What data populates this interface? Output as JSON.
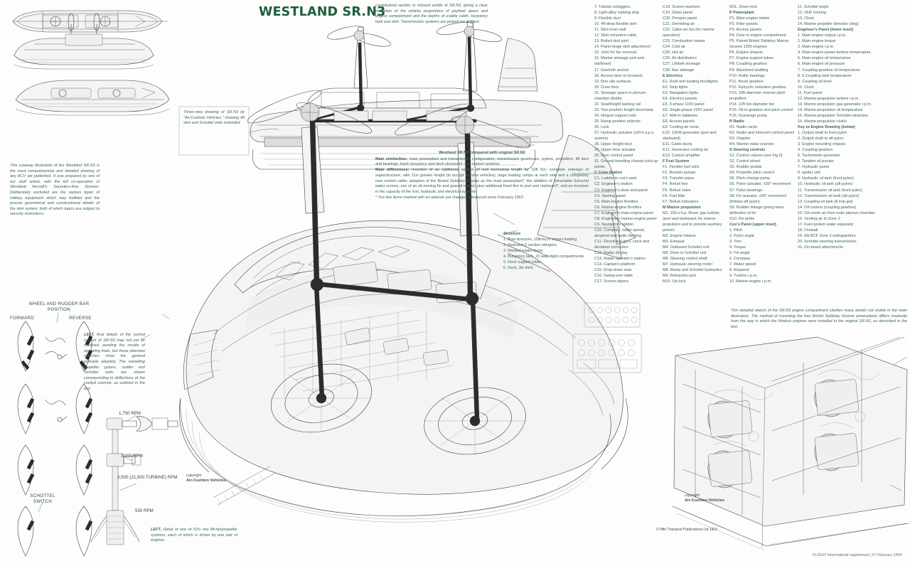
{
  "title": "WESTLAND SR.N3",
  "captions": {
    "longitudinal": "Longitudinal section or inboard profile of SR.N3, giving a clear indication of the relative proportions of payload space and engine compartment and the depths of usable cabin, buoyancy tank and skirt. Transmission systems are picked out in black",
    "three_view": "Three-view drawing of SR.N3 by \"Air-Cushion Vehicles,\" showing 4ft skirt and Schottel units extended",
    "cutaway": "This cutaway illustration of the Westland SR.N3 is the most comprehensive and detailed drawing of any ACV yet published. It was prepared by one of our staff artists, with the full co-operation of Westland Aircraft's Saunders-Roe Division. Deliberately excluded are the various types of military equipment which may befitted and the precise geometrical and constructional details of the skirt system, both of which topics are subject to security restrictions.",
    "planview_lead": "LEFT,",
    "planview": "final details of the control system of SR.N3 may not yet be resolved, pending the results of operating trials, but these planview sketches show the general principle adopted. The swivelling propeller pylons, rudder and Schottel units are shown corresponding to deflections of the cockpit controls, as outlined in the text",
    "liftfan_lead": "LEFT,",
    "liftfan": "Detail of one of N3's two lift-fan/propeller systems, each of which is driven by one pair of engines",
    "engine_sketch": "This detailed sketch of the SR.N3 engine compartment clarifies many details not visible in the main illustration. The method of mounting the four Bristol Siddeley Gnome powerplants differs markedly from the way in which the Nimbus engines were installed in the original SR.N2, as described in the text."
  },
  "comparison": {
    "title": "Westland SR.N3 compared with original SR.N2",
    "similarities_label": "Main similarities:",
    "similarities": "main powerplant and transmission configuration; transmission gearboxes, pylons, propellers, lift fans and bearings; basic buoyancy and deck structures; and control systems.",
    "differences_label": "Main differences:",
    "differences": "Insertion of an additional section of hull increasing length by 10ft 6in; complete redesign of superstructure, with 11in greater height (to accept Service vehicles), large loading ramps at each side and a completely new control cabin; adoption of the Bristol Siddeley Gnome as the main powerplant*; the addition of retractable Schoctel water screws; use of an all-moving fin and geared rudder, plus additional fixed fins to port and starboard*; and an increase in the capacity of the fuel, hydraulic and electrical systems.",
    "footnote": "* The two items marked with an asterisk are changes introduced since February 1962."
  },
  "structure": {
    "heading": "Structure",
    "items": [
      "1. Bow structure, 15lb/sq in impact loading",
      "2. Reduxed Z-section stringers",
      "3. Welded intake ducts",
      "4. Buoyancy tank, 15 watertight compartments",
      "5. Deck support tubes",
      "6. Deck, 3in thick"
    ]
  },
  "key_columns": {
    "col1": [
      {
        "type": "item",
        "text": "7. Tubular outriggers"
      },
      {
        "type": "item",
        "text": "8. Light-alloy rubbing strip"
      },
      {
        "type": "item",
        "text": "9. Flexible duct"
      },
      {
        "type": "item",
        "text": "10. 4ft-deep flexible skirt"
      },
      {
        "type": "item",
        "text": "11. Skirt inner wall"
      },
      {
        "type": "item",
        "text": "12. Skirt retraction cable"
      },
      {
        "type": "item",
        "text": "13. Bolted skirt joint"
      },
      {
        "type": "item",
        "text": "14. Piano-hinge skirt attachment"
      },
      {
        "type": "item",
        "text": "15. Joint for fan removal"
      },
      {
        "type": "item",
        "text": "16. Marine stowage port and starboard"
      },
      {
        "type": "item",
        "text": "17. Danforth anchor"
      },
      {
        "type": "item",
        "text": "18. Access door to foredeck"
      },
      {
        "type": "item",
        "text": "19. Non-slip surfaces"
      },
      {
        "type": "item",
        "text": "20. Crew door"
      },
      {
        "type": "item",
        "text": "21. Stowage space in plenum-chamber divider"
      },
      {
        "type": "item",
        "text": "22. Seat/freight lashing rail"
      },
      {
        "type": "item",
        "text": "23. Two-position freight door/ramp"
      },
      {
        "type": "item",
        "text": "24. Hinged support rods"
      },
      {
        "type": "item",
        "text": "25. Ramp position selector"
      },
      {
        "type": "item",
        "text": "26. Lock"
      },
      {
        "type": "item",
        "text": "27. Hydraulic actuator (st'b'd a.p.u. system)"
      },
      {
        "type": "item",
        "text": "28. Upper freight door"
      },
      {
        "type": "item",
        "text": "29. Upper door actuator"
      },
      {
        "type": "item",
        "text": "30. Door control panel"
      },
      {
        "type": "item",
        "text": "31. Ground-handling chassis pick-up points"
      },
      {
        "type": "head",
        "text": "C Crew Station"
      },
      {
        "type": "item",
        "text": "C1. Ladder to cox's seat"
      },
      {
        "type": "item",
        "text": "C2. Engineer's station"
      },
      {
        "type": "item",
        "text": "C3. Engineer's desk and panel"
      },
      {
        "type": "item",
        "text": "C4. Starting panel"
      },
      {
        "type": "item",
        "text": "C5. Main-engine throttles"
      },
      {
        "type": "item",
        "text": "C6. Marine-engine throttles"
      },
      {
        "type": "item",
        "text": "C7. Engineer's main-engine panel"
      },
      {
        "type": "item",
        "text": "C8. Engineer's marine-engine panel"
      },
      {
        "type": "item",
        "text": "C9. Navigator's station"
      },
      {
        "type": "item",
        "text": "C10. Compass, water speed, airspeed and asdic bearing"
      },
      {
        "type": "item",
        "text": "C11. Directional gyro, clock and deviation correction"
      },
      {
        "type": "item",
        "text": "C12. Radar display"
      },
      {
        "type": "item",
        "text": "C13. Radar operator's station"
      },
      {
        "type": "item",
        "text": "C14. Captain's platform"
      },
      {
        "type": "item",
        "text": "C15. Drop-down seat"
      },
      {
        "type": "item",
        "text": "C16. Swing-over table"
      },
      {
        "type": "item",
        "text": "C17. Screen wipers"
      }
    ],
    "col2": [
      {
        "type": "item",
        "text": "C18. Screen washers"
      },
      {
        "type": "item",
        "text": "C19. Glass panel"
      },
      {
        "type": "item",
        "text": "C20. Perspex panel"
      },
      {
        "type": "item",
        "text": "C21. Demisting air"
      },
      {
        "type": "item",
        "text": "C22. Cabin-air fan (for marine operation)"
      },
      {
        "type": "item",
        "text": "C23. Combustion heater"
      },
      {
        "type": "item",
        "text": "C24. Cold air"
      },
      {
        "type": "item",
        "text": "C25. Hot air"
      },
      {
        "type": "item",
        "text": "C26. Air distributors"
      },
      {
        "type": "item",
        "text": "C27. Lifebelt stowage"
      },
      {
        "type": "item",
        "text": "C28. Axe stowage"
      },
      {
        "type": "head",
        "text": "E Electrics"
      },
      {
        "type": "item",
        "text": "E1. Roof and loading floodlights"
      },
      {
        "type": "item",
        "text": "E2. Strip lights"
      },
      {
        "type": "item",
        "text": "E3. Navigation lights"
      },
      {
        "type": "item",
        "text": "E4. Electrics panels"
      },
      {
        "type": "item",
        "text": "E5. 3-phase 115V panel"
      },
      {
        "type": "item",
        "text": "E6. Single-phase 115V panel"
      },
      {
        "type": "item",
        "text": "E7. 40A-hr batteries"
      },
      {
        "type": "item",
        "text": "E8. Access panels"
      },
      {
        "type": "item",
        "text": "E9. Cooling-air vents"
      },
      {
        "type": "item",
        "text": "E10. 12kW generator (port and starboard)"
      },
      {
        "type": "item",
        "text": "E11. Cable ducts"
      },
      {
        "type": "item",
        "text": "E12. Generator cooling air"
      },
      {
        "type": "item",
        "text": "E13. Control amplifier"
      },
      {
        "type": "head",
        "text": "F Fuel System"
      },
      {
        "type": "item",
        "text": "F1. Flexible fuel cells"
      },
      {
        "type": "item",
        "text": "F2. Booster pumps"
      },
      {
        "type": "item",
        "text": "F3. Transfer pipes"
      },
      {
        "type": "item",
        "text": "F4. Refuel line"
      },
      {
        "type": "item",
        "text": "F5. Refuel valve"
      },
      {
        "type": "item",
        "text": "F6. Fuel filler"
      },
      {
        "type": "item",
        "text": "F7. Refuel indicators"
      },
      {
        "type": "head",
        "text": "M Marine propulsion"
      },
      {
        "type": "item",
        "text": "M1. 150 s.h.p. Rover gas turbine (port and starboard, for marine propulsion and to provide auxiliary power)"
      },
      {
        "type": "item",
        "text": "M2. Engine intakes"
      },
      {
        "type": "item",
        "text": "M3. Exhaust"
      },
      {
        "type": "item",
        "text": "M4. Outboard Schottel unit"
      },
      {
        "type": "item",
        "text": "M5. Drive to Schottel unit"
      },
      {
        "type": "item",
        "text": "M6. Steering control shaft"
      },
      {
        "type": "item",
        "text": "M7. Hydraulic steering motor"
      },
      {
        "type": "item",
        "text": "M8. Ramp and Schottel hydraulics"
      },
      {
        "type": "item",
        "text": "M9. Retraction jack"
      },
      {
        "type": "item",
        "text": "M10. Up-lock"
      }
    ],
    "col3": [
      {
        "type": "item",
        "text": "M11. Down-lock"
      },
      {
        "type": "head",
        "text": "P Powerplant"
      },
      {
        "type": "item",
        "text": "P1. Main-engine intake"
      },
      {
        "type": "item",
        "text": "P2. Filter panels"
      },
      {
        "type": "item",
        "text": "P3. Access panels"
      },
      {
        "type": "item",
        "text": "P4. Door to engine compartment"
      },
      {
        "type": "item",
        "text": "P5. Paired Bristol Siddeley Marine Gnome 1200 engines"
      },
      {
        "type": "item",
        "text": "P6. Engine chassis"
      },
      {
        "type": "item",
        "text": "P7. Engine support tubes"
      },
      {
        "type": "item",
        "text": "P8. Coupling gearbox"
      },
      {
        "type": "item",
        "text": "P9. Machined shafting"
      },
      {
        "type": "item",
        "text": "P10. Roller bearings"
      },
      {
        "type": "item",
        "text": "P11. Bevel gearbox"
      },
      {
        "type": "item",
        "text": "P12. Epicyclic reduction gearbox"
      },
      {
        "type": "item",
        "text": "P13. 10ft-diameter reverse-pitch propellers"
      },
      {
        "type": "item",
        "text": "P14. 12ft 6in-diameter fan"
      },
      {
        "type": "item",
        "text": "P15. Oil to gearbox and pitch control"
      },
      {
        "type": "item",
        "text": "P16. Scavenge pump"
      },
      {
        "type": "head",
        "text": "R Radio"
      },
      {
        "type": "item",
        "text": "R1. Radio racks"
      },
      {
        "type": "item",
        "text": "R2. Radio and intercom control panel"
      },
      {
        "type": "item",
        "text": "R3. Doppler"
      },
      {
        "type": "item",
        "text": "R4. Marine-radar scanner"
      },
      {
        "type": "head",
        "text": "S Steering controls"
      },
      {
        "type": "item",
        "text": "S1. Control column (see Fig 5)"
      },
      {
        "type": "item",
        "text": "S2. Control wheel"
      },
      {
        "type": "item",
        "text": "S3. Rudder pedals"
      },
      {
        "type": "item",
        "text": "S4. Propeller pitch control"
      },
      {
        "type": "item",
        "text": "S5. Pitch-change pump"
      },
      {
        "type": "item",
        "text": "S6. Pylon actuator, ±30° movement"
      },
      {
        "type": "item",
        "text": "S7. Pylon bearings"
      },
      {
        "type": "item",
        "text": "S8. Fin actuator, ±20° movement (follows aft pylon)"
      },
      {
        "type": "item",
        "text": "S9. Rudder linkage giving twice deflection of fin"
      },
      {
        "type": "item",
        "text": "S10. Fin pintle"
      },
      {
        "type": "head",
        "text": "Cox's Panel (upper inset)"
      },
      {
        "type": "item",
        "text": "1. Pitch"
      },
      {
        "type": "item",
        "text": "2. Pylon angle"
      },
      {
        "type": "item",
        "text": "3. Trim"
      },
      {
        "type": "item",
        "text": "4. Torque"
      },
      {
        "type": "item",
        "text": "5. Fin angle"
      },
      {
        "type": "item",
        "text": "6. Compass"
      },
      {
        "type": "item",
        "text": "7. Water speed"
      },
      {
        "type": "item",
        "text": "8. Airspeed"
      },
      {
        "type": "item",
        "text": "9. Turbine r.p.m."
      },
      {
        "type": "item",
        "text": "10. Marine-engine r.p.m."
      }
    ],
    "col4": [
      {
        "type": "item",
        "text": "11. Schottel angle"
      },
      {
        "type": "item",
        "text": "12. UHF homing"
      },
      {
        "type": "item",
        "text": "13. Clock"
      },
      {
        "type": "item",
        "text": "14. Marine propeller direction (deg)"
      },
      {
        "type": "head",
        "text": "Engineer's Panel (lower inset)"
      },
      {
        "type": "item",
        "text": "1. Main-engine output r.p.m."
      },
      {
        "type": "item",
        "text": "2. Main-engine torque"
      },
      {
        "type": "item",
        "text": "3. Main-engine r.p.m."
      },
      {
        "type": "item",
        "text": "4. Main-engine power-turbine temperature"
      },
      {
        "type": "item",
        "text": "5. Main-engine oil temperature"
      },
      {
        "type": "item",
        "text": "6. Main-engine oil pressure"
      },
      {
        "type": "item",
        "text": "7. Coupling-gearbox oil temperature"
      },
      {
        "type": "item",
        "text": "8. 6  Coupling tank temperature"
      },
      {
        "type": "item",
        "text": "9. Coupling oil level"
      },
      {
        "type": "item",
        "text": "10. Clock"
      },
      {
        "type": "item",
        "text": "11. Fuel panel"
      },
      {
        "type": "item",
        "text": "12. Marine-propulsion turbine r.p.m."
      },
      {
        "type": "item",
        "text": "13. Marine-propulsion gas-generator r.p.m."
      },
      {
        "type": "item",
        "text": "14. Marine-propulsion oil temperature"
      },
      {
        "type": "item",
        "text": "15. Marine-propulsion Schottel retraction"
      },
      {
        "type": "item",
        "text": "16. Marine-propulsion clutch"
      },
      {
        "type": "head",
        "text": "Key to Engine Drawing (below)"
      },
      {
        "type": "item",
        "text": "1. Output shaft to front pylon"
      },
      {
        "type": "item",
        "text": "2. Output shaft to aft pylon"
      },
      {
        "type": "item",
        "text": "3. Engine mounting chassis"
      },
      {
        "type": "item",
        "text": "4. Coupling gearbox"
      },
      {
        "type": "item",
        "text": "5. Tachometer generator"
      },
      {
        "type": "item",
        "text": "6. Tandem oil pumps"
      },
      {
        "type": "item",
        "text": "7. Hydraulic pump"
      },
      {
        "type": "item",
        "text": "8. Igniter unit"
      },
      {
        "type": "item",
        "text": "9. Hydraulic oil tank (front pylon)"
      },
      {
        "type": "item",
        "text": "10. Hydraulic oil tank (aft pylon)"
      },
      {
        "type": "item",
        "text": "11. Transmission oil tank (front pylon)"
      },
      {
        "type": "item",
        "text": "12. Transmission oil tank (aft pylon)"
      },
      {
        "type": "item",
        "text": "13. Coupling oil tank (8 Imp gal)"
      },
      {
        "type": "item",
        "text": "14. Oil coolers (coupling gearbox)"
      },
      {
        "type": "item",
        "text": "15. Oil-cooler air from main plenum chamber"
      },
      {
        "type": "item",
        "text": "16. Venting air to Zone 2"
      },
      {
        "type": "item",
        "text": "17. Fuel-system water separator"
      },
      {
        "type": "item",
        "text": "18. Firewall"
      },
      {
        "type": "item",
        "text": "19. 6lb BCF Zone 2 extinguishers"
      },
      {
        "type": "item",
        "text": "20. Schottel steering transmission"
      },
      {
        "type": "item",
        "text": "21. Fin-beam attachments"
      }
    ]
  },
  "diagram_labels": {
    "wheel_rudder": "WHEEL AND RUDDER BAR POSITION",
    "forward": "FORWARD",
    "reverse": "REVERSE",
    "schottel_switch": "SCHOTTEL SWITCH",
    "rpm_1750": "1,750 RPM",
    "rpm_3000": "3,000 RPM",
    "rpm_3500": "3,500 (21,000 TURBINE) RPM",
    "rpm_550": "550 RPM"
  },
  "credits": {
    "copyright_label": "copyright",
    "copyright_owner": "Air-Cushion Vehicles",
    "publisher": "© Iliffe Transport Publications Ltd 1964",
    "footer": "FLIGHT International supplement, 27 February 1964"
  },
  "colors": {
    "title": "#1d5e3c",
    "text": "#3d6459",
    "ink": "#41403f"
  }
}
